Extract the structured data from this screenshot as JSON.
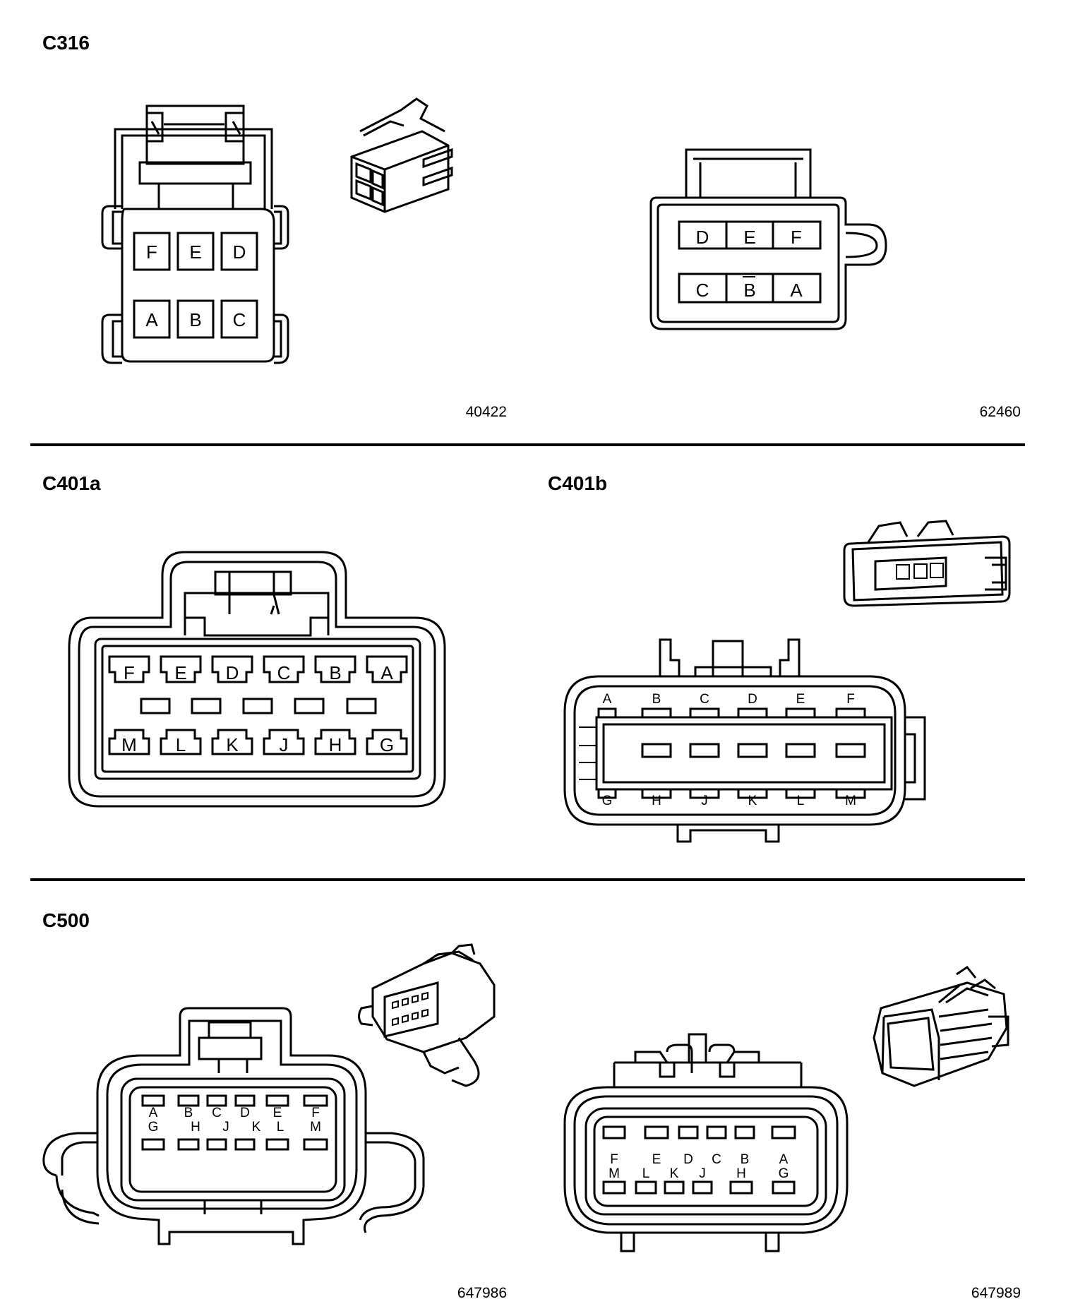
{
  "sections": [
    {
      "title": "C316",
      "connectors": [
        {
          "code": "40422",
          "pins_top": [
            "F",
            "E",
            "D"
          ],
          "pins_bottom": [
            "A",
            "B",
            "C"
          ]
        },
        {
          "code": "62460",
          "pins_top": [
            "D",
            "E",
            "F"
          ],
          "pins_bottom": [
            "C",
            "B",
            "A"
          ]
        }
      ]
    },
    {
      "title": "C401a",
      "connectors": [
        {
          "pins_top": [
            "F",
            "E",
            "D",
            "C",
            "B",
            "A"
          ],
          "pins_bottom": [
            "M",
            "L",
            "K",
            "J",
            "H",
            "G"
          ]
        }
      ]
    },
    {
      "title": "C401b",
      "connectors": [
        {
          "pins_top": [
            "A",
            "B",
            "C",
            "D",
            "E",
            "F"
          ],
          "pins_bottom": [
            "G",
            "H",
            "J",
            "K",
            "L",
            "M"
          ]
        }
      ]
    },
    {
      "title": "C500",
      "connectors": [
        {
          "code": "647986",
          "pins_top": [
            "A",
            "B",
            "C",
            "D",
            "E",
            "F"
          ],
          "pins_bottom": [
            "G",
            "H",
            "J",
            "K",
            "L",
            "M"
          ]
        },
        {
          "code": "647989",
          "pins_top": [
            "F",
            "E",
            "D",
            "C",
            "B",
            "A"
          ],
          "pins_bottom": [
            "M",
            "L",
            "K",
            "J",
            "H",
            "G"
          ]
        }
      ]
    }
  ]
}
